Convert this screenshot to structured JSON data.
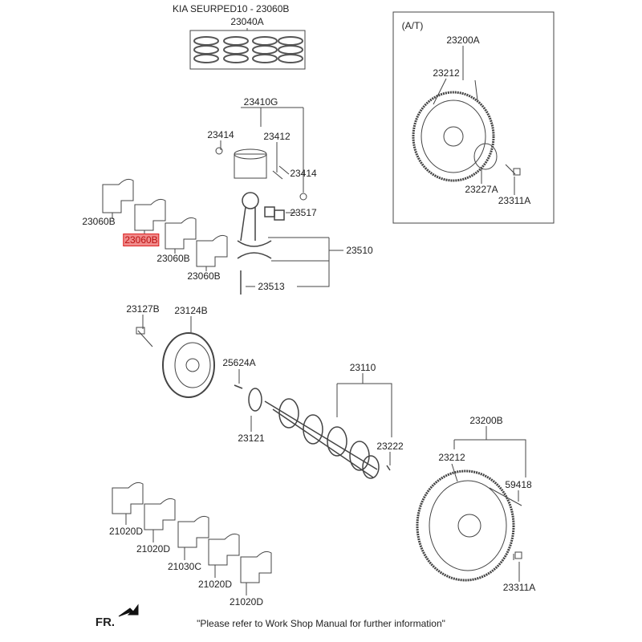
{
  "header": {
    "title": "KIA SEURPED10 - 23060B",
    "ring_set": "23040A"
  },
  "at_box": {
    "title": "(A/T)",
    "labels": [
      "23200A",
      "23212",
      "23227A",
      "23311A"
    ]
  },
  "piston": {
    "assembly": "23410G",
    "pin_clip_left": "23414",
    "pin": "23412",
    "pin_clip_right": "23414"
  },
  "conrod": {
    "bushing": "23517",
    "rod": "23510",
    "bolt": "23513"
  },
  "conrod_bearings": [
    {
      "label": "23060B",
      "highlighted": false
    },
    {
      "label": "23060B",
      "highlighted": true
    },
    {
      "label": "23060B",
      "highlighted": false
    },
    {
      "label": "23060B",
      "highlighted": false
    }
  ],
  "pulley": {
    "bolt": "23127B",
    "pulley": "23124B"
  },
  "crank": {
    "key": "25624A",
    "shaft": "23110",
    "sprocket": "23121",
    "pin": "23222"
  },
  "main_bearings": [
    "21020D",
    "21020D",
    "21030C",
    "21020D",
    "21020D"
  ],
  "mt_flywheel": {
    "assembly": "23200B",
    "ring_gear": "23212",
    "dowel": "59418",
    "bolt": "23311A"
  },
  "footer": {
    "fr": "FR.",
    "note": "\"Please refer to Work Shop Manual for further information\""
  },
  "colors": {
    "highlight": "#f08a8a",
    "highlight_border": "#dd2222"
  }
}
